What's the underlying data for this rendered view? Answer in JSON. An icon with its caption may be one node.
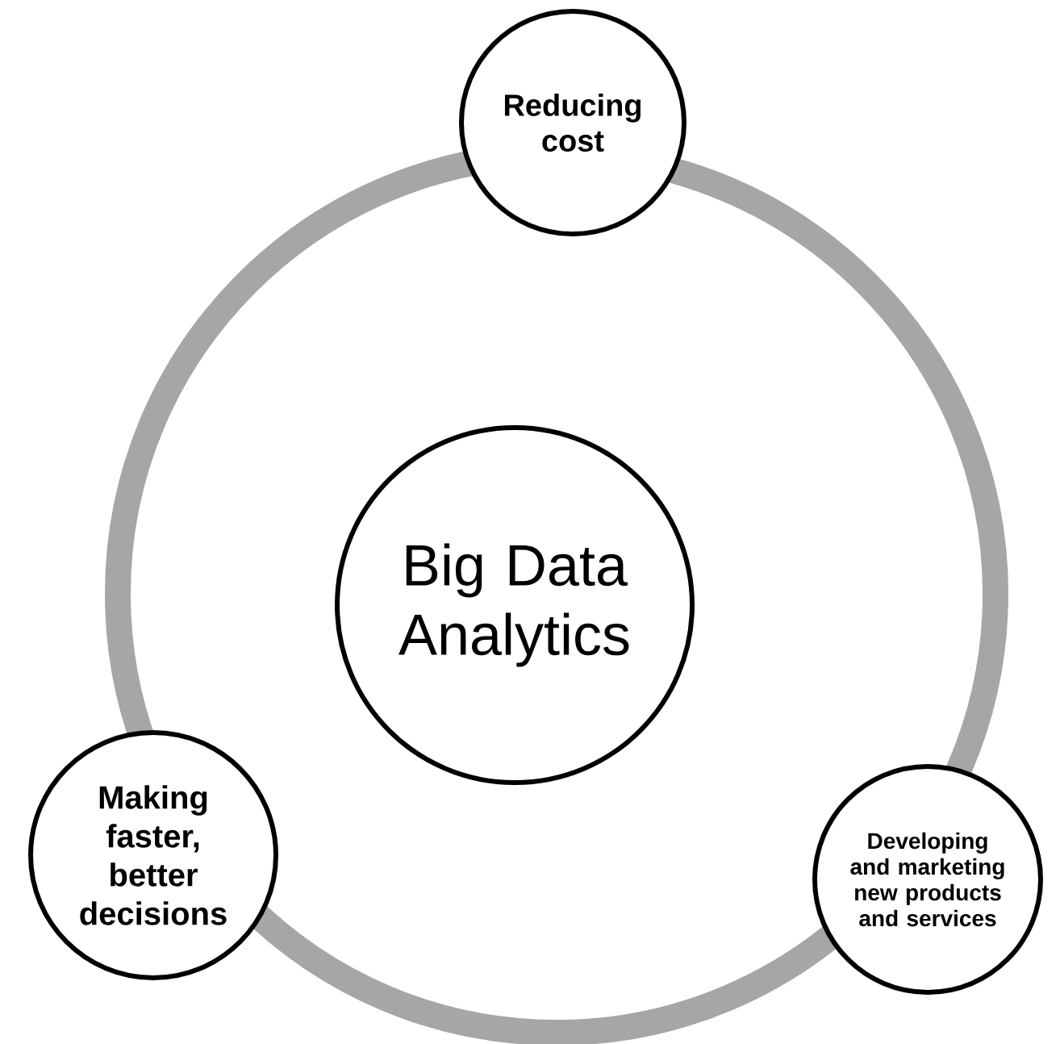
{
  "diagram": {
    "nodes": [
      {
        "text": [
          "Reducing cost"
        ]
      },
      {
        "text": [
          "Big Data Analytics"
        ]
      },
      {
        "text": [
          "Making faster, better decisions"
        ]
      },
      {
        "text": [
          "Developing and marketing new products and services"
        ]
      }
    ]
  }
}
